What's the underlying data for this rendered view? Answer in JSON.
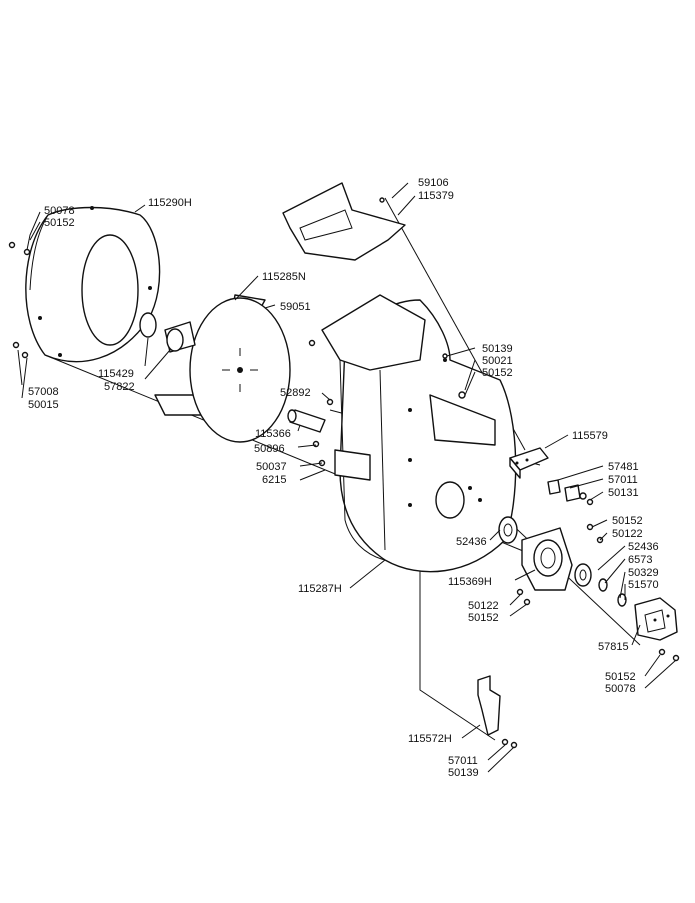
{
  "labels": {
    "p115290H": "115290H",
    "p50078a": "50078",
    "p50152a": "50152",
    "p57008": "57008",
    "p50015": "50015",
    "p115429": "115429",
    "p57822": "57822",
    "p115285N": "115285N",
    "p59051": "59051",
    "p52892": "52892",
    "p115366": "115366",
    "p50896": "50896",
    "p50037": "50037",
    "p6215": "6215",
    "p59106": "59106",
    "p115379": "115379",
    "p50139a": "50139",
    "p50021": "50021",
    "p50152b": "50152",
    "p115579": "115579",
    "p57481": "57481",
    "p57011a": "57011",
    "p50131": "50131",
    "p50152c": "50152",
    "p50122a": "50122",
    "p52436a": "52436",
    "p6573": "6573",
    "p50329": "50329",
    "p51570": "51570",
    "p52436b": "52436",
    "p115369H": "115369H",
    "p50122b": "50122",
    "p50152d": "50152",
    "p57815": "57815",
    "p50152e": "50152",
    "p50078b": "50078",
    "p115287H": "115287H",
    "p115572H": "115572H",
    "p57011b": "57011",
    "p50139b": "50139"
  }
}
